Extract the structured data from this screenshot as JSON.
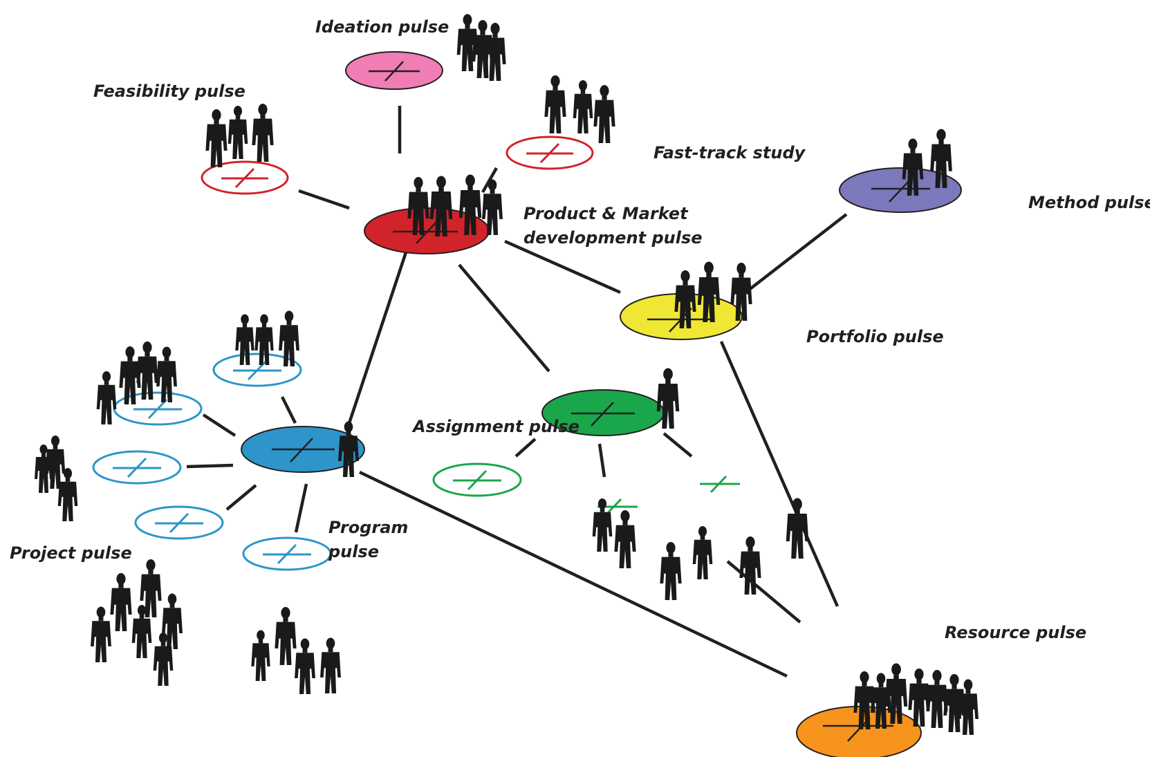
{
  "diagram": {
    "labels": {
      "ideation": "Ideation pulse",
      "feasibility": "Feasibility pulse",
      "fast_track": "Fast-track study",
      "product_market_line1": "Product & Market",
      "product_market_line2": "development pulse",
      "method": "Method pulse",
      "portfolio": "Portfolio pulse",
      "assignment": "Assignment pulse",
      "program_line1": "Program",
      "program_line2": "pulse",
      "project": "Project pulse",
      "resource": "Resource pulse"
    },
    "colors": {
      "ink": "#231f20",
      "product_market": "#d2232a",
      "ideation": "#f07eb4",
      "feasibility_outline": "#d2232a",
      "method": "#7b79bb",
      "portfolio": "#f0e735",
      "assignment": "#1aa64a",
      "program": "#2d95c9",
      "resource": "#f7941d",
      "people": "#1a1a1a"
    }
  }
}
